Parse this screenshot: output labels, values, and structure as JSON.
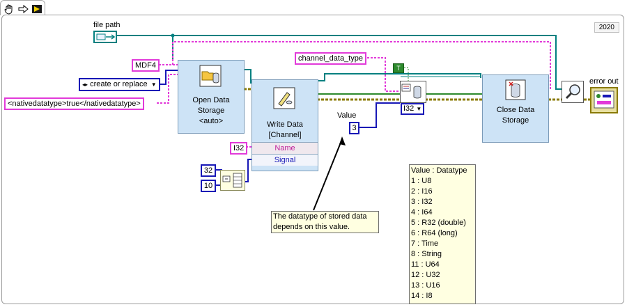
{
  "year": "2020",
  "controls": {
    "file_path_label": "file path"
  },
  "constants": {
    "format": "MDF4",
    "mode": "create or replace",
    "config": "<nativedatatype>true</nativedatatype>",
    "channel_data_type": "channel_data_type",
    "dtype": "I32",
    "true_const": "T",
    "value": "3",
    "num_a": "32",
    "num_b": "10"
  },
  "labels": {
    "value_label": "Value",
    "error_out": "error out"
  },
  "nodes": {
    "open": {
      "line1": "Open Data",
      "line2": "Storage",
      "line3": "<auto>"
    },
    "write": {
      "line1": "Write Data",
      "line2": "[Channel]",
      "prop1": "Name",
      "prop2": "Signal"
    },
    "close": {
      "line1": "Close Data",
      "line2": "Storage"
    },
    "type_ring": "I32"
  },
  "comment": {
    "line1": "The datatype of stored data",
    "line2": "depends on this value."
  },
  "datatype_table": {
    "title": "Value : Datatype",
    "rows": [
      "1 : U8",
      "2 : I16",
      "3 : I32",
      "4 : I64",
      "5 : R32 (double)",
      "6 : R64 (long)",
      "7 : Time",
      "8 : String",
      "11 : U64",
      "12 : U32",
      "13 : U16",
      "14 : I8"
    ]
  },
  "colors": {
    "pink": "#e23ad9",
    "blue": "#1717b6",
    "teal": "#008080",
    "node_fill": "#cde3f6",
    "note_fill": "#ffffe1"
  },
  "icons": [
    "hand-icon",
    "arrow-icon",
    "run-icon",
    "folder-icon",
    "pencil-icon",
    "database-icon",
    "magnifier-icon",
    "error-cluster-icon"
  ]
}
